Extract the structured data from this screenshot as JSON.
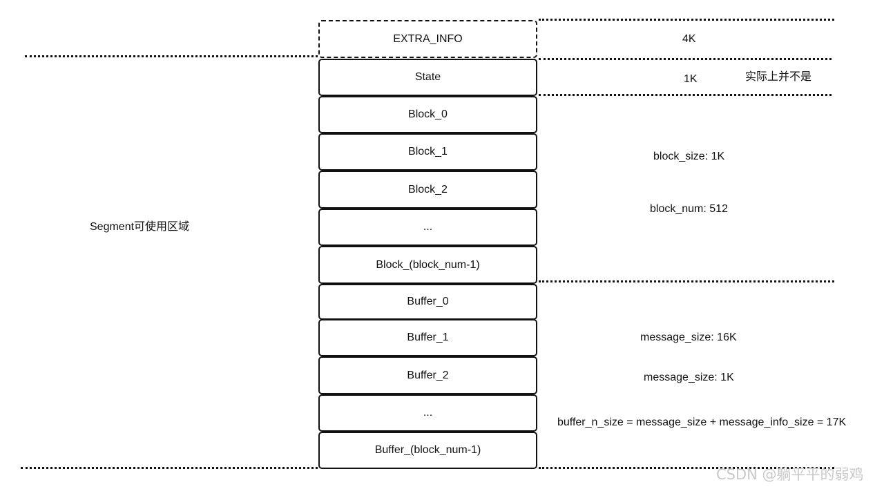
{
  "region_label": "Segment可使用区域",
  "stack": {
    "extra_info": "EXTRA_INFO",
    "state": "State",
    "block_0": "Block_0",
    "block_1": "Block_1",
    "block_2": "Block_2",
    "block_ellipsis": "...",
    "block_last": "Block_(block_num-1)",
    "buffer_0": "Buffer_0",
    "buffer_1": "Buffer_1",
    "buffer_2": "Buffer_2",
    "buffer_ellipsis": "...",
    "buffer_last": "Buffer_(block_num-1)"
  },
  "annotations": {
    "extra_info_size": "4K",
    "state_size": "1K",
    "state_note": "实际上并不是",
    "block_size": "block_size: 1K",
    "block_num": "block_num: 512",
    "message_size_1": "message_size: 16K",
    "message_size_2": "message_size: 1K",
    "buffer_n_size": "buffer_n_size = message_size + message_info_size = 17K"
  },
  "watermark": "CSDN @躺平平的弱鸡"
}
